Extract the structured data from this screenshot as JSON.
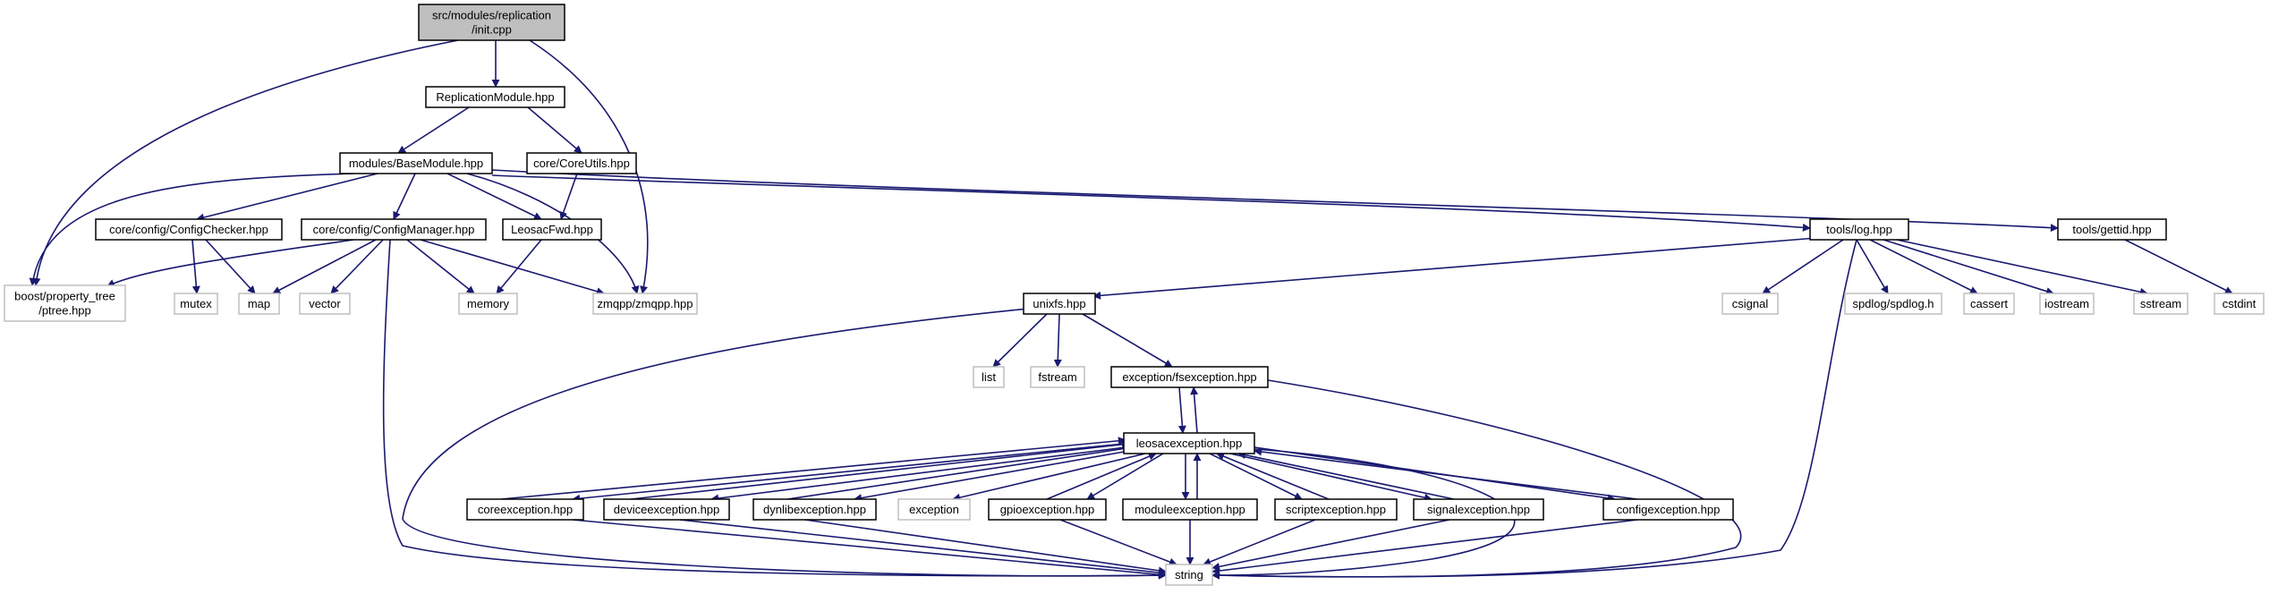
{
  "diagram": {
    "colors": {
      "edge": "#191970",
      "node_fill": "#ffffff",
      "node_border": "#000000",
      "external_border": "#bfbfbf",
      "root_fill": "#bfbfbf",
      "text": "#000000"
    },
    "nodes": [
      {
        "id": "init",
        "lines": [
          "src/modules/replication",
          "/init.cpp"
        ],
        "style": "root"
      },
      {
        "id": "replication",
        "lines": [
          "ReplicationModule.hpp"
        ],
        "style": "normal"
      },
      {
        "id": "basemodule",
        "lines": [
          "modules/BaseModule.hpp"
        ],
        "style": "normal"
      },
      {
        "id": "coreutils",
        "lines": [
          "core/CoreUtils.hpp"
        ],
        "style": "normal"
      },
      {
        "id": "configchecker",
        "lines": [
          "core/config/ConfigChecker.hpp"
        ],
        "style": "normal"
      },
      {
        "id": "configmanager",
        "lines": [
          "core/config/ConfigManager.hpp"
        ],
        "style": "normal"
      },
      {
        "id": "leosacfwd",
        "lines": [
          "LeosacFwd.hpp"
        ],
        "style": "normal"
      },
      {
        "id": "log",
        "lines": [
          "tools/log.hpp"
        ],
        "style": "normal"
      },
      {
        "id": "gettid",
        "lines": [
          "tools/gettid.hpp"
        ],
        "style": "normal"
      },
      {
        "id": "ptree",
        "lines": [
          "boost/property_tree",
          "/ptree.hpp"
        ],
        "style": "external"
      },
      {
        "id": "mutex",
        "lines": [
          "mutex"
        ],
        "style": "external"
      },
      {
        "id": "map",
        "lines": [
          "map"
        ],
        "style": "external"
      },
      {
        "id": "vector",
        "lines": [
          "vector"
        ],
        "style": "external"
      },
      {
        "id": "memory",
        "lines": [
          "memory"
        ],
        "style": "external"
      },
      {
        "id": "zmqpp",
        "lines": [
          "zmqpp/zmqpp.hpp"
        ],
        "style": "external"
      },
      {
        "id": "unixfs",
        "lines": [
          "unixfs.hpp"
        ],
        "style": "normal"
      },
      {
        "id": "csignal",
        "lines": [
          "csignal"
        ],
        "style": "external"
      },
      {
        "id": "spdlog",
        "lines": [
          "spdlog/spdlog.h"
        ],
        "style": "external"
      },
      {
        "id": "cassert",
        "lines": [
          "cassert"
        ],
        "style": "external"
      },
      {
        "id": "iostream",
        "lines": [
          "iostream"
        ],
        "style": "external"
      },
      {
        "id": "sstream",
        "lines": [
          "sstream"
        ],
        "style": "external"
      },
      {
        "id": "cstdint",
        "lines": [
          "cstdint"
        ],
        "style": "external"
      },
      {
        "id": "list",
        "lines": [
          "list"
        ],
        "style": "external"
      },
      {
        "id": "fstream",
        "lines": [
          "fstream"
        ],
        "style": "external"
      },
      {
        "id": "fsexception",
        "lines": [
          "exception/fsexception.hpp"
        ],
        "style": "normal"
      },
      {
        "id": "leosacexception",
        "lines": [
          "leosacexception.hpp"
        ],
        "style": "normal"
      },
      {
        "id": "coreexception",
        "lines": [
          "coreexception.hpp"
        ],
        "style": "normal"
      },
      {
        "id": "deviceexception",
        "lines": [
          "deviceexception.hpp"
        ],
        "style": "normal"
      },
      {
        "id": "dynlibexception",
        "lines": [
          "dynlibexception.hpp"
        ],
        "style": "normal"
      },
      {
        "id": "exception",
        "lines": [
          "exception"
        ],
        "style": "external"
      },
      {
        "id": "gpioexception",
        "lines": [
          "gpioexception.hpp"
        ],
        "style": "normal"
      },
      {
        "id": "moduleexception",
        "lines": [
          "moduleexception.hpp"
        ],
        "style": "normal"
      },
      {
        "id": "scriptexception",
        "lines": [
          "scriptexception.hpp"
        ],
        "style": "normal"
      },
      {
        "id": "signalexception",
        "lines": [
          "signalexception.hpp"
        ],
        "style": "normal"
      },
      {
        "id": "configexception",
        "lines": [
          "configexception.hpp"
        ],
        "style": "normal"
      },
      {
        "id": "string",
        "lines": [
          "string"
        ],
        "style": "external"
      }
    ],
    "edges": [
      {
        "from": "init",
        "to": "replication"
      },
      {
        "from": "init",
        "to": "ptree"
      },
      {
        "from": "init",
        "to": "zmqpp"
      },
      {
        "from": "replication",
        "to": "basemodule"
      },
      {
        "from": "replication",
        "to": "coreutils"
      },
      {
        "from": "basemodule",
        "to": "ptree"
      },
      {
        "from": "basemodule",
        "to": "configchecker"
      },
      {
        "from": "basemodule",
        "to": "configmanager"
      },
      {
        "from": "basemodule",
        "to": "leosacfwd"
      },
      {
        "from": "basemodule",
        "to": "zmqpp"
      },
      {
        "from": "basemodule",
        "to": "log"
      },
      {
        "from": "basemodule",
        "to": "gettid"
      },
      {
        "from": "coreutils",
        "to": "leosacfwd"
      },
      {
        "from": "configchecker",
        "to": "mutex"
      },
      {
        "from": "configchecker",
        "to": "map"
      },
      {
        "from": "configmanager",
        "to": "ptree"
      },
      {
        "from": "configmanager",
        "to": "map"
      },
      {
        "from": "configmanager",
        "to": "vector"
      },
      {
        "from": "configmanager",
        "to": "memory"
      },
      {
        "from": "configmanager",
        "to": "zmqpp"
      },
      {
        "from": "configmanager",
        "to": "string"
      },
      {
        "from": "leosacfwd",
        "to": "memory"
      },
      {
        "from": "log",
        "to": "unixfs"
      },
      {
        "from": "log",
        "to": "csignal"
      },
      {
        "from": "log",
        "to": "spdlog"
      },
      {
        "from": "log",
        "to": "cassert"
      },
      {
        "from": "log",
        "to": "iostream"
      },
      {
        "from": "log",
        "to": "sstream"
      },
      {
        "from": "log",
        "to": "string"
      },
      {
        "from": "gettid",
        "to": "cstdint"
      },
      {
        "from": "unixfs",
        "to": "list"
      },
      {
        "from": "unixfs",
        "to": "fstream"
      },
      {
        "from": "unixfs",
        "to": "fsexception"
      },
      {
        "from": "unixfs",
        "to": "string"
      },
      {
        "from": "fsexception",
        "to": "leosacexception"
      },
      {
        "from": "fsexception",
        "to": "string"
      },
      {
        "from": "leosacexception",
        "to": "fsexception"
      },
      {
        "from": "leosacexception",
        "to": "coreexception"
      },
      {
        "from": "leosacexception",
        "to": "deviceexception"
      },
      {
        "from": "leosacexception",
        "to": "dynlibexception"
      },
      {
        "from": "leosacexception",
        "to": "exception"
      },
      {
        "from": "leosacexception",
        "to": "gpioexception"
      },
      {
        "from": "leosacexception",
        "to": "moduleexception"
      },
      {
        "from": "leosacexception",
        "to": "scriptexception"
      },
      {
        "from": "leosacexception",
        "to": "signalexception"
      },
      {
        "from": "leosacexception",
        "to": "configexception"
      },
      {
        "from": "leosacexception",
        "to": "string"
      },
      {
        "from": "coreexception",
        "to": "leosacexception"
      },
      {
        "from": "coreexception",
        "to": "string"
      },
      {
        "from": "deviceexception",
        "to": "leosacexception"
      },
      {
        "from": "deviceexception",
        "to": "string"
      },
      {
        "from": "dynlibexception",
        "to": "leosacexception"
      },
      {
        "from": "dynlibexception",
        "to": "string"
      },
      {
        "from": "gpioexception",
        "to": "leosacexception"
      },
      {
        "from": "gpioexception",
        "to": "string"
      },
      {
        "from": "moduleexception",
        "to": "leosacexception"
      },
      {
        "from": "moduleexception",
        "to": "string"
      },
      {
        "from": "scriptexception",
        "to": "leosacexception"
      },
      {
        "from": "scriptexception",
        "to": "string"
      },
      {
        "from": "signalexception",
        "to": "leosacexception"
      },
      {
        "from": "signalexception",
        "to": "string"
      },
      {
        "from": "configexception",
        "to": "leosacexception"
      },
      {
        "from": "configexception",
        "to": "string"
      }
    ]
  }
}
